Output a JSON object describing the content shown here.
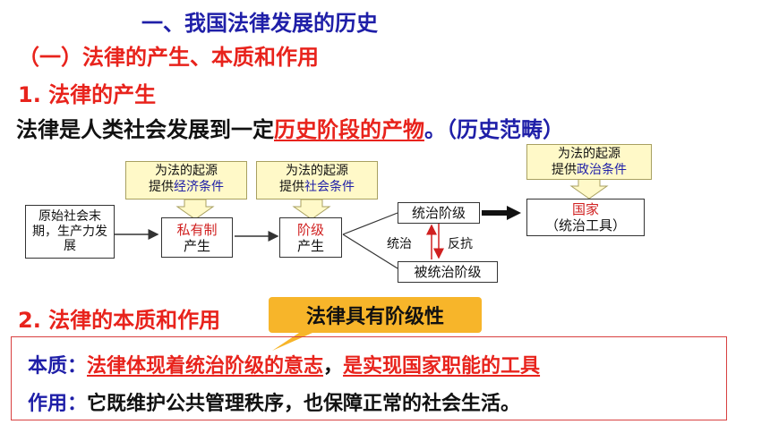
{
  "heading1": "一、我国法律发展的历史",
  "heading2": "（一）法律的产生、本质和作用",
  "heading3": "1. 法律的产生",
  "line1": {
    "prefix": "法律是人类社会发展到一定",
    "highlight": "历史阶段的产物",
    "suffix": "。（历史范畴）"
  },
  "diagram": {
    "start": "原始社会末期，生产力发展",
    "cond1": {
      "line1": "为法的起源",
      "prefix": "提供",
      "highlight": "经济条件"
    },
    "node1": {
      "top": "私有制",
      "bottom": "产生"
    },
    "cond2": {
      "line1": "为法的起源",
      "prefix": "提供",
      "highlight": "社会条件"
    },
    "node2": {
      "top": "阶级",
      "bottom": "产生"
    },
    "ruling": "统治阶级",
    "ruled": "被统治阶级",
    "rule": "统治",
    "resist": "反抗",
    "cond3": {
      "line1": "为法的起源",
      "prefix": "提供",
      "highlight": "政治条件"
    },
    "state": {
      "top": "国家",
      "bottom": "（统治工具）"
    }
  },
  "heading4": "2. 法律的本质和作用",
  "callout": "法律具有阶级性",
  "essence": {
    "label": "本质：",
    "part1": "法律体现着统治阶级的意志",
    "sep": "，",
    "part2": "是实现国家职能的工具"
  },
  "role": {
    "label": "作用：",
    "text": "它既维护公共管理秩序，也保障正常的社会生活。"
  },
  "colors": {
    "blue": "#1f1fa8",
    "red": "#e8231c",
    "callout": "#f7b52a",
    "cond_bg": "#fff9c8"
  }
}
